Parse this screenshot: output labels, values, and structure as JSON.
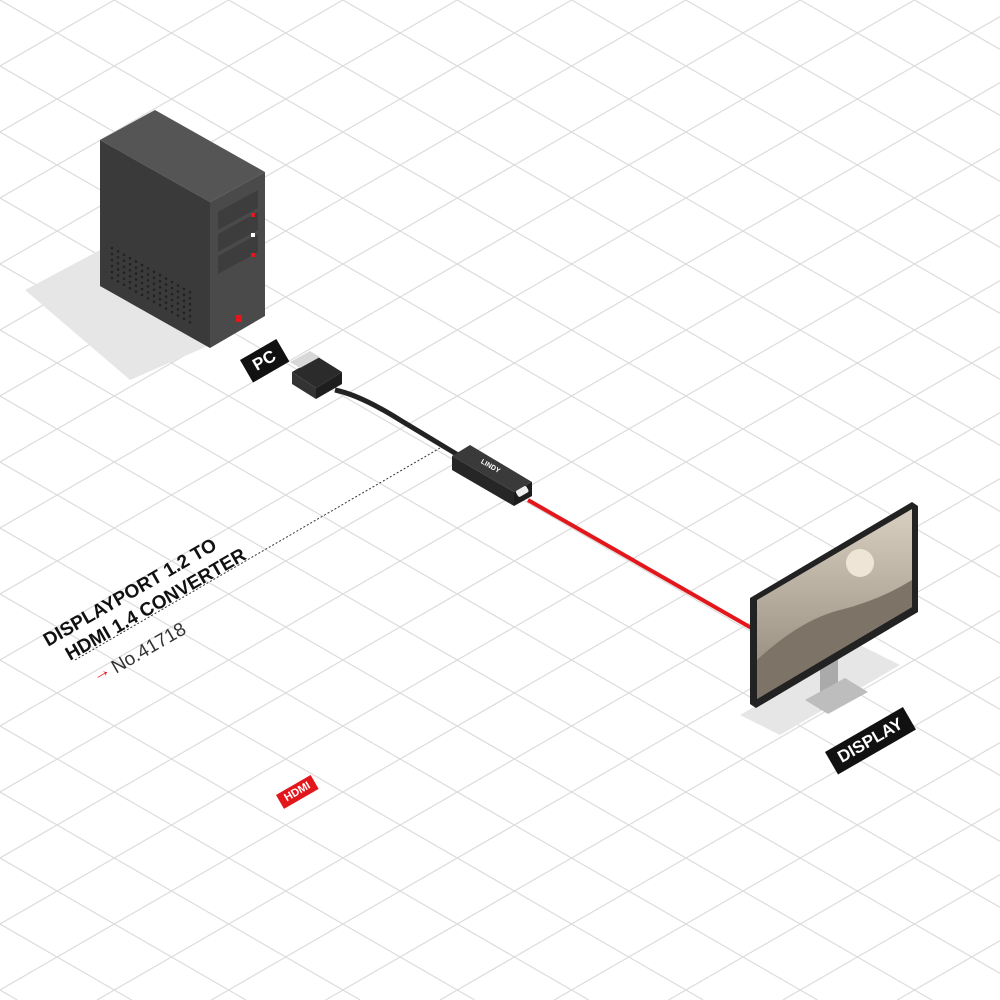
{
  "product": {
    "title_line1": "DISPLAYPORT 1.2 TO",
    "title_line2": "HDMI 1.4 CONVERTER",
    "number": "No.41718",
    "arrow_icon": "arrow-right-icon"
  },
  "labels": {
    "pc": "PC",
    "display": "DISPLAY",
    "hdmi_logo": "HDMI",
    "brand": "LINDY"
  },
  "colors": {
    "accent": "#e3161b",
    "dark": "#2e2e2e",
    "grid": "#d9d9d9"
  }
}
